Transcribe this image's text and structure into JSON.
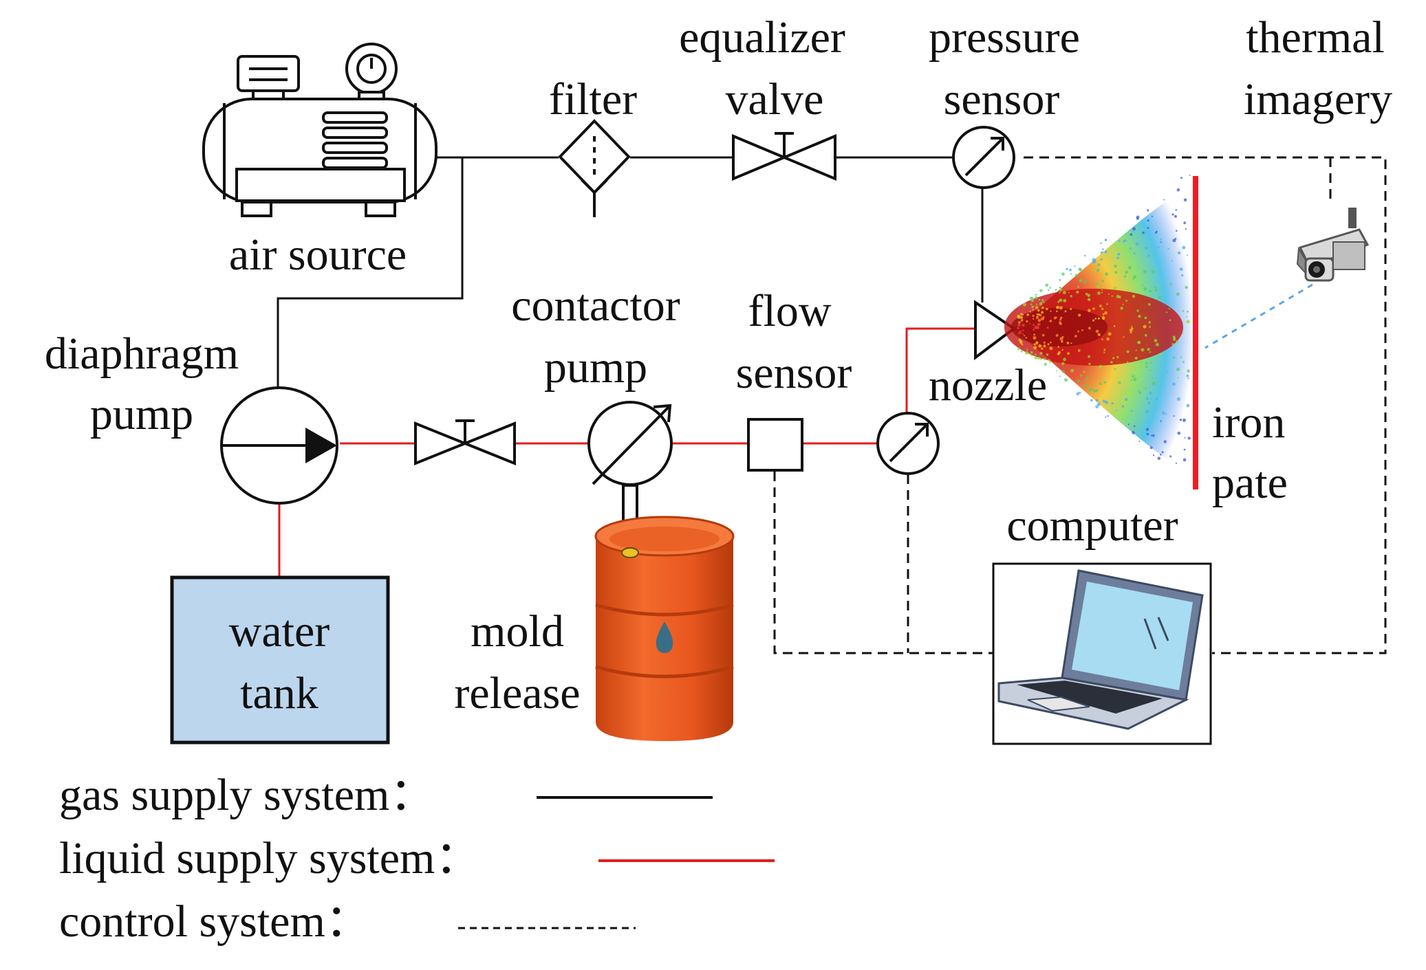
{
  "labels": {
    "air_source": "air source",
    "filter": "filter",
    "equalizer_valve": [
      "equalizer",
      "valve"
    ],
    "pressure_sensor": [
      "pressure",
      "sensor"
    ],
    "thermal_imagery": [
      "thermal",
      "imagery"
    ],
    "diaphragm_pump": [
      "diaphragm",
      "pump"
    ],
    "contactor_pump": [
      "contactor",
      "pump"
    ],
    "flow_sensor": [
      "flow",
      "sensor"
    ],
    "nozzle": "nozzle",
    "iron_plate": [
      "iron",
      "pate"
    ],
    "computer": "computer",
    "water_tank": [
      "water",
      "tank"
    ],
    "mold_release": [
      "mold",
      "release"
    ]
  },
  "legend": [
    {
      "label": "gas supply system：",
      "style": "solid",
      "color": "#111111"
    },
    {
      "label": "liquid supply system：",
      "style": "solid",
      "color": "#e41b1b"
    },
    {
      "label": "control  system：",
      "style": "dashed",
      "color": "#111111"
    }
  ],
  "colors": {
    "gas_line": "#111111",
    "liquid_line": "#e41b1b",
    "iron_plate": "#ee1c24",
    "water_tank_fill": "#bcd6ee",
    "barrel": "#e8561e",
    "camera_beam": "#5aa7e6"
  },
  "icons": [
    "air-compressor-icon",
    "filter-icon",
    "valve-icon",
    "pressure-gauge-icon",
    "pump-icon",
    "barrel-icon",
    "laptop-icon",
    "camera-icon",
    "spray-icon"
  ]
}
